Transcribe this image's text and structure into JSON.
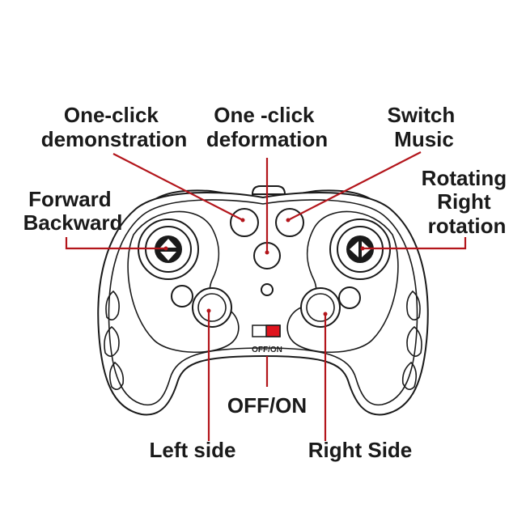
{
  "labels": {
    "one_click_demo": [
      "One-click",
      "demonstration"
    ],
    "one_click_deform": [
      "One -click",
      "deformation"
    ],
    "switch_music": [
      "Switch",
      "Music"
    ],
    "forward_backward": [
      "Forward",
      "Backward"
    ],
    "rotating_right": [
      "Rotating",
      "Right",
      "rotation"
    ],
    "off_on_small": "OFF/ON",
    "off_on": "OFF/ON",
    "left_side": "Left side",
    "right_side": "Right Side"
  },
  "colors": {
    "leader": "#b3151b",
    "switch_on": "#e0141e",
    "outline": "#1a1a1a"
  },
  "icons": {
    "left_stick": "up-down-arrows-icon",
    "right_stick": "left-right-arrows-icon"
  }
}
